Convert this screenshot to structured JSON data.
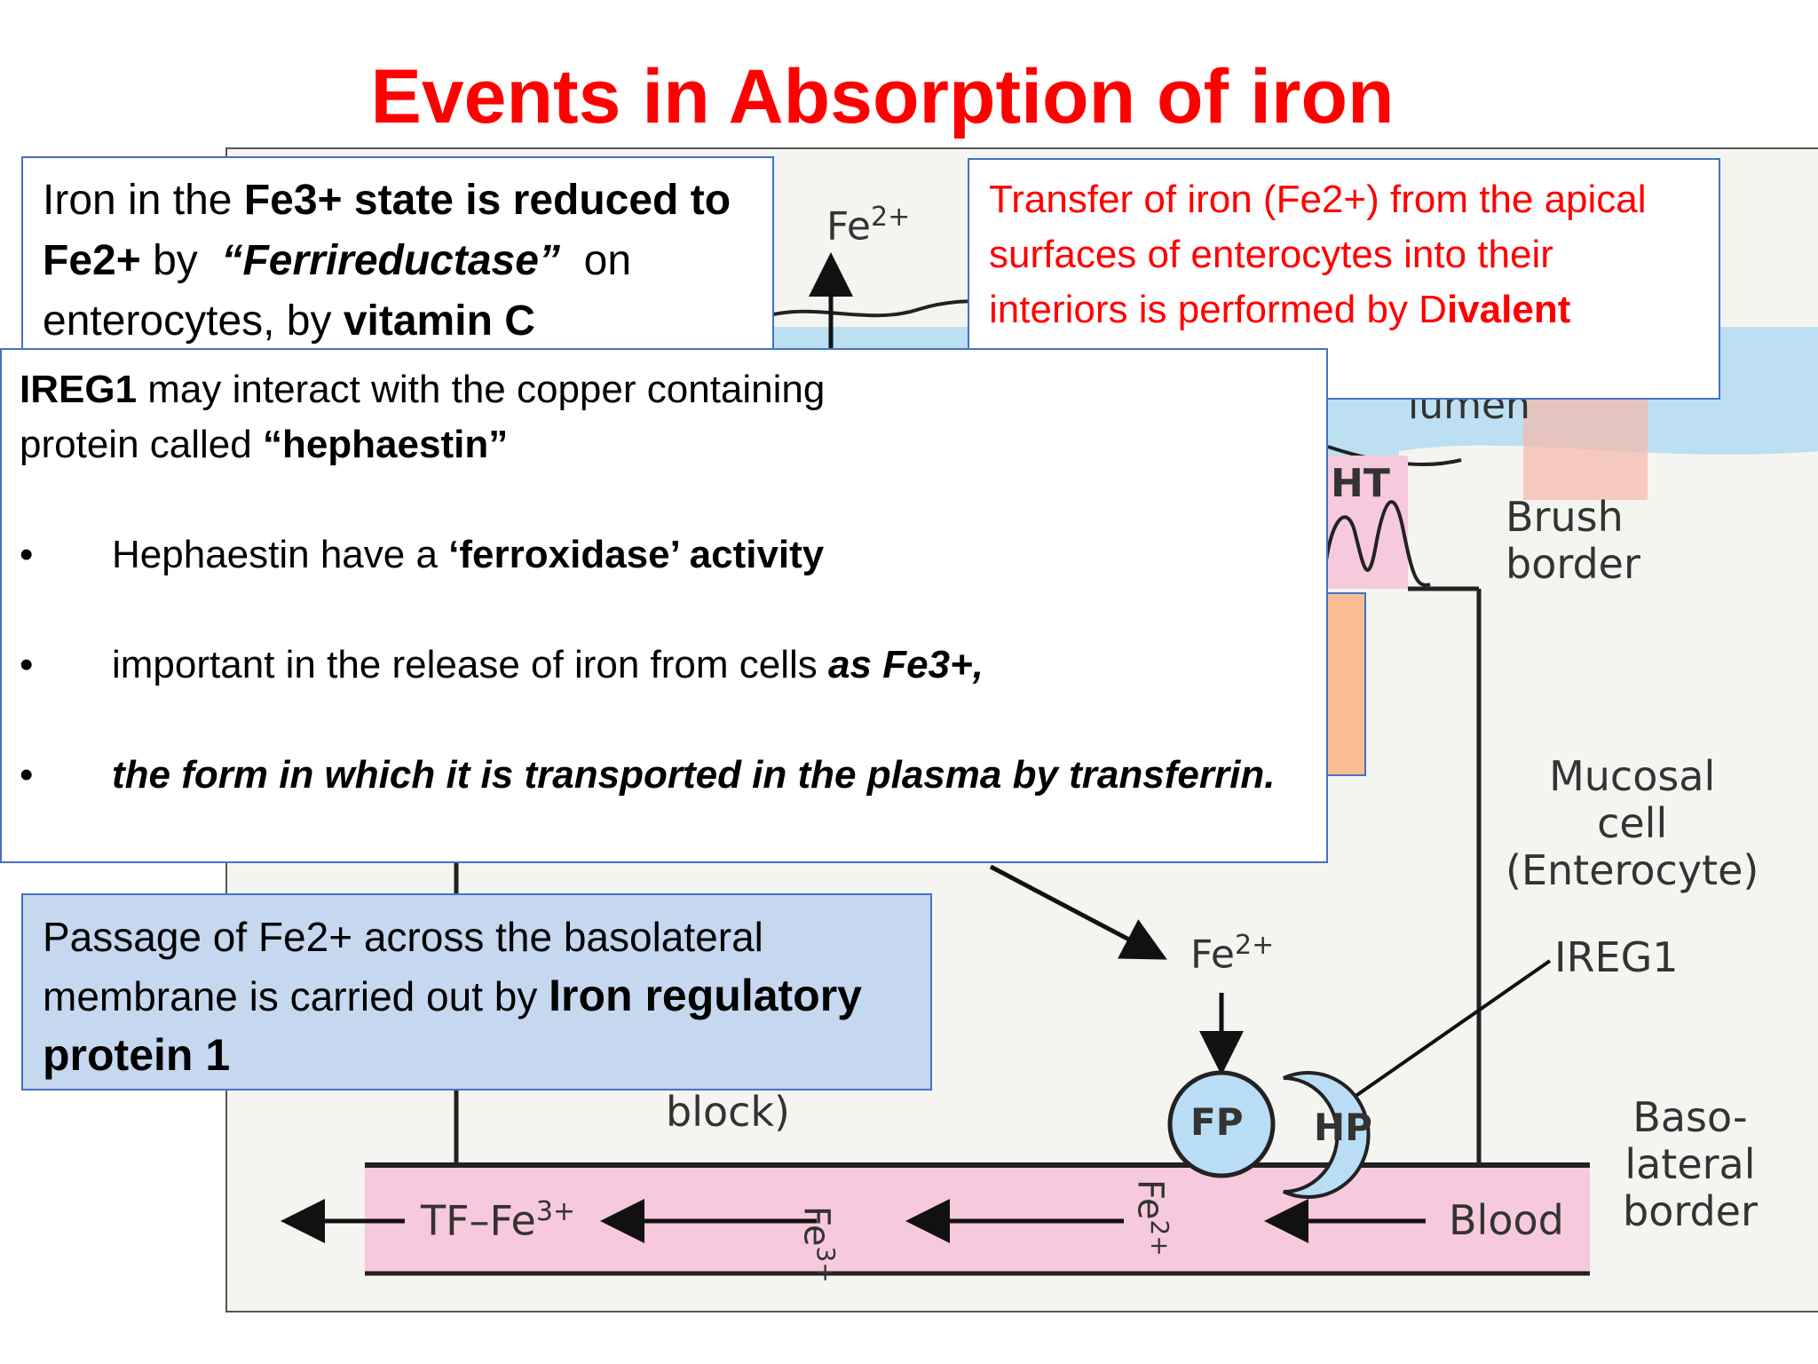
{
  "title": "Events in Absorption of iron",
  "colors": {
    "title": "#ff0000",
    "red_text": "#ff0000",
    "box_border": "#4472c4",
    "passage_fill": "#c5d8ef",
    "lumen_fill": "#bcdff2",
    "blood_fill": "#f7c9dc",
    "brush_fill": "#f7c9dc",
    "ferritin_fill": "#f9bf93",
    "hephaestin_fill": "#b9ddf4",
    "ferroportin_fill": "#b9ddf4"
  },
  "diagram": {
    "fe2_top": "Fe",
    "fe2_top_sup": "2+",
    "lumen": "lumen",
    "ht": "HT",
    "brush_border": [
      "Brush",
      "border"
    ],
    "mucosal_cell": [
      "Mucosal",
      "cell",
      "(Enterocyte)"
    ],
    "ireg1": "IREG1",
    "fe2_mid": "Fe",
    "fe2_mid_sup": "2+",
    "fp": "FP",
    "hp": "HP",
    "block": "block)",
    "basolateral": [
      "Baso-",
      "lateral",
      "border"
    ],
    "blood": "Blood",
    "tf_fe": "TF–Fe",
    "tf_fe_sup": "3+",
    "vert_fe3": "Fe",
    "vert_fe3_sup": "3+",
    "vert_fe2": "Fe",
    "vert_fe2_sup": "2+"
  },
  "boxes": {
    "ferri": {
      "t1": "Iron in the ",
      "t2": "Fe3+ state is reduced to Fe2+",
      "t3": " by  ",
      "t4": "“Ferrireductase”",
      "t5": "  on enterocytes, by ",
      "t6": "vitamin C"
    },
    "dmt": {
      "t1": "Transfer of iron (Fe2+) from the apical surfaces of enterocytes into their interiors is performed by D",
      "t2": "ivalent"
    },
    "ireg": {
      "t1": "IREG1",
      "t2": " may interact with the copper containing",
      "t3": "protein called ",
      "t4": "“hephaestin”",
      "bullet_symbol": "•",
      "b1a": "Hephaestin have a ",
      "b1b": "‘ferroxidase’ activity",
      "b2a": "important in the release of iron from cells ",
      "b2b": "as Fe3+,",
      "b3": "the form in which it is transported in the plasma by transferrin."
    },
    "passage": {
      "t1": "Passage of Fe2+ across the basolateral membrane is carried out by ",
      "t2": "Iron regulatory protein 1"
    }
  }
}
